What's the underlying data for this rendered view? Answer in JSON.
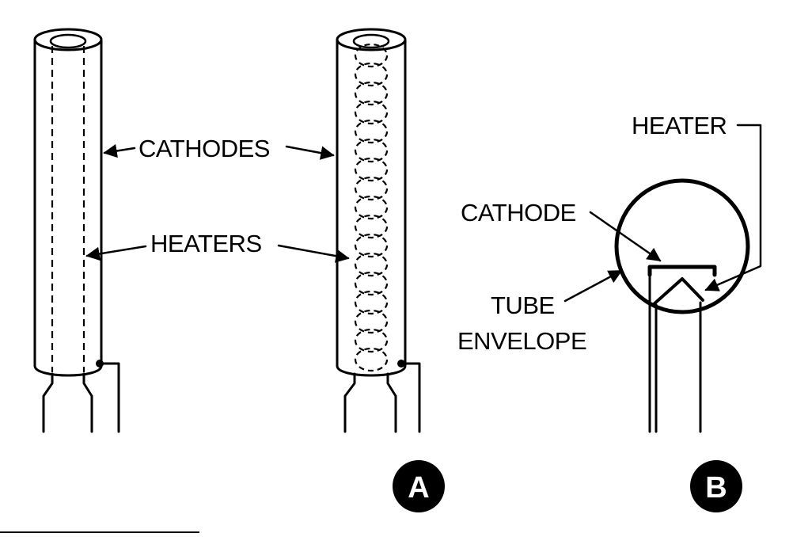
{
  "labels": {
    "cathodes": "CATHODES",
    "heaters": "HEATERS",
    "heater": "HEATER",
    "cathode": "CATHODE",
    "tube_line1": "TUBE",
    "tube_line2": "ENVELOPE"
  },
  "badges": {
    "a": "A",
    "b": "B"
  }
}
